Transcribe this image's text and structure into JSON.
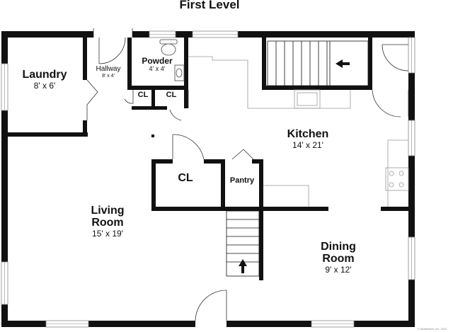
{
  "plan": {
    "title": "First Level",
    "credit": "© Matterfield, Inc. 2024",
    "rooms": {
      "laundry": {
        "name": "Laundry",
        "dims": "8' x 6'"
      },
      "hallway": {
        "name": "Hallway",
        "dims": "8' x 4'"
      },
      "powder": {
        "name": "Powder",
        "dims": "4' x 4'"
      },
      "cl_left": {
        "name": "CL"
      },
      "cl_right": {
        "name": "CL"
      },
      "kitchen": {
        "name": "Kitchen",
        "dims": "14' x 21'"
      },
      "cl_main": {
        "name": "CL"
      },
      "pantry": {
        "name": "Pantry"
      },
      "living": {
        "name_line1": "Living",
        "name_line2": "Room",
        "dims": "15' x 19'"
      },
      "dining": {
        "name_line1": "Dining",
        "name_line2": "Room",
        "dims": "9' x 12'"
      }
    },
    "stair_arrows": {
      "upper": "left-arrow-icon",
      "lower": "up-arrow-icon"
    }
  }
}
